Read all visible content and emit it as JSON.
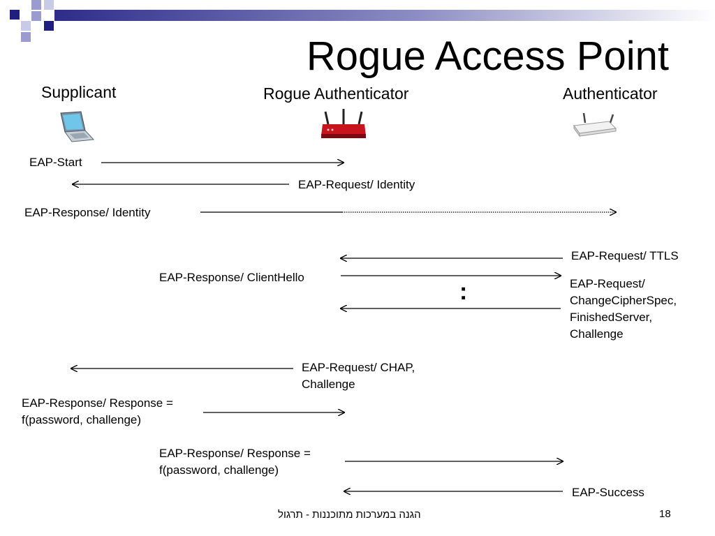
{
  "title": "Rogue Access Point",
  "actors": {
    "supplicant": "Supplicant",
    "rogue": "Rogue Authenticator",
    "authenticator": "Authenticator"
  },
  "messages": {
    "m1": "EAP-Start",
    "m2": "EAP-Request/ Identity",
    "m3": "EAP-Response/ Identity",
    "m4": "EAP-Request/ TTLS",
    "m5": "EAP-Response/ ClientHello",
    "m6": [
      "EAP-Request/",
      "ChangeCipherSpec,",
      "FinishedServer,",
      "Challenge"
    ],
    "m7": [
      "EAP-Request/ CHAP,",
      "Challenge"
    ],
    "m8": [
      "EAP-Response/ Response =",
      "f(password, challenge)"
    ],
    "m9": [
      "EAP-Response/ Response =",
      "f(password, challenge)"
    ],
    "m10": "EAP-Success"
  },
  "ellipsis": ":",
  "footer": {
    "course": "הגנה במערכות מתוכננות - תרגול",
    "page": "18"
  },
  "colors": {
    "header_band": "#2d2d8a",
    "square_dark": "#1f1f80",
    "square_light": "#9b9bd0",
    "rogue_router": "#c8141c",
    "white_router": "#e8e8e8"
  }
}
